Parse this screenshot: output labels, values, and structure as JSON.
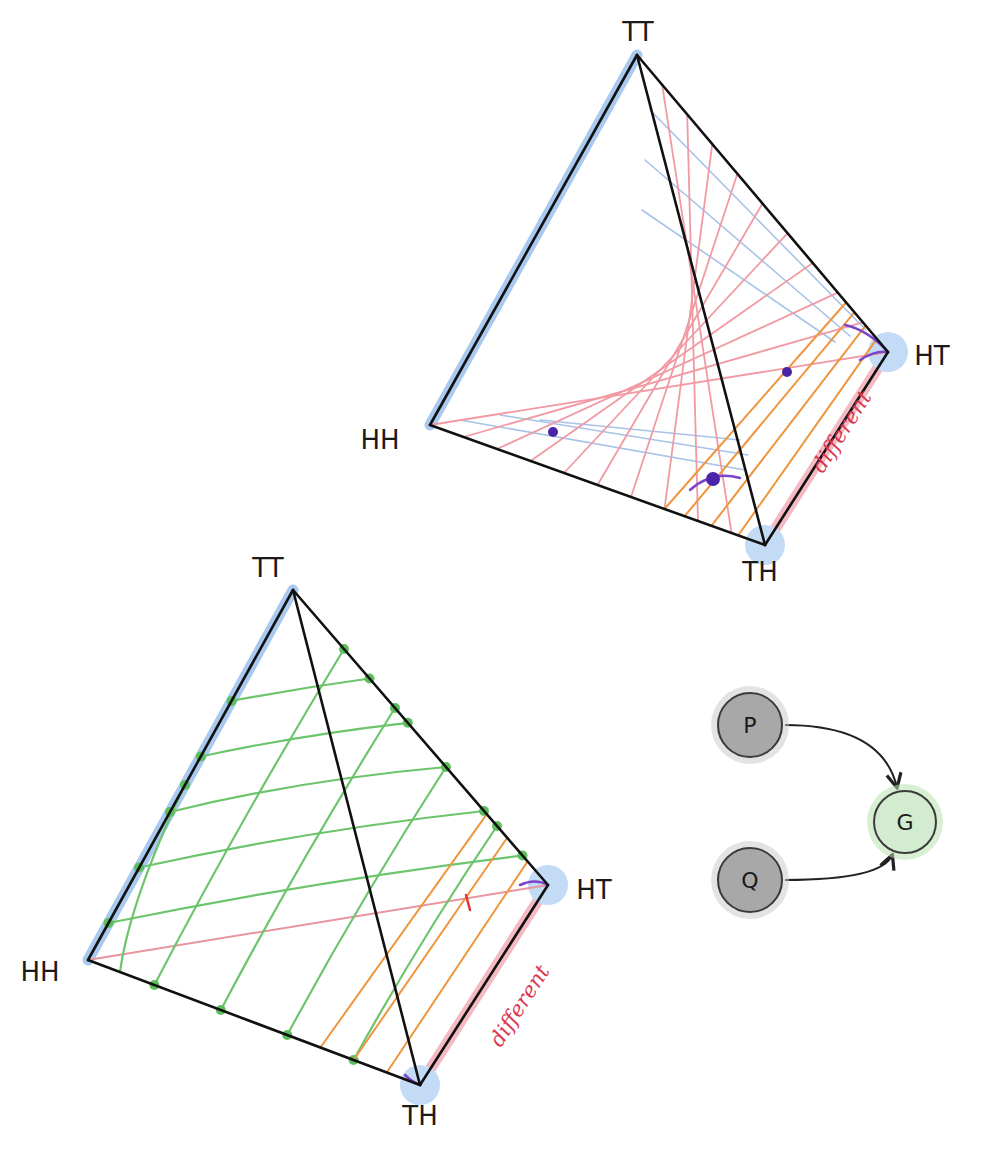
{
  "diagram": {
    "nodes": [
      {
        "text": [
          "P"
        ]
      },
      {
        "text": [
          "G"
        ]
      },
      {
        "text": [
          "Q"
        ]
      }
    ],
    "edges": [
      {
        "from": 0,
        "to": 1,
        "arrow": "to"
      },
      {
        "from": 2,
        "to": 1,
        "arrow": "to"
      }
    ],
    "labels": [
      "TT",
      "HH",
      "HT",
      "TH",
      "different",
      "TT",
      "HH",
      "HT",
      "TH",
      "different"
    ]
  }
}
